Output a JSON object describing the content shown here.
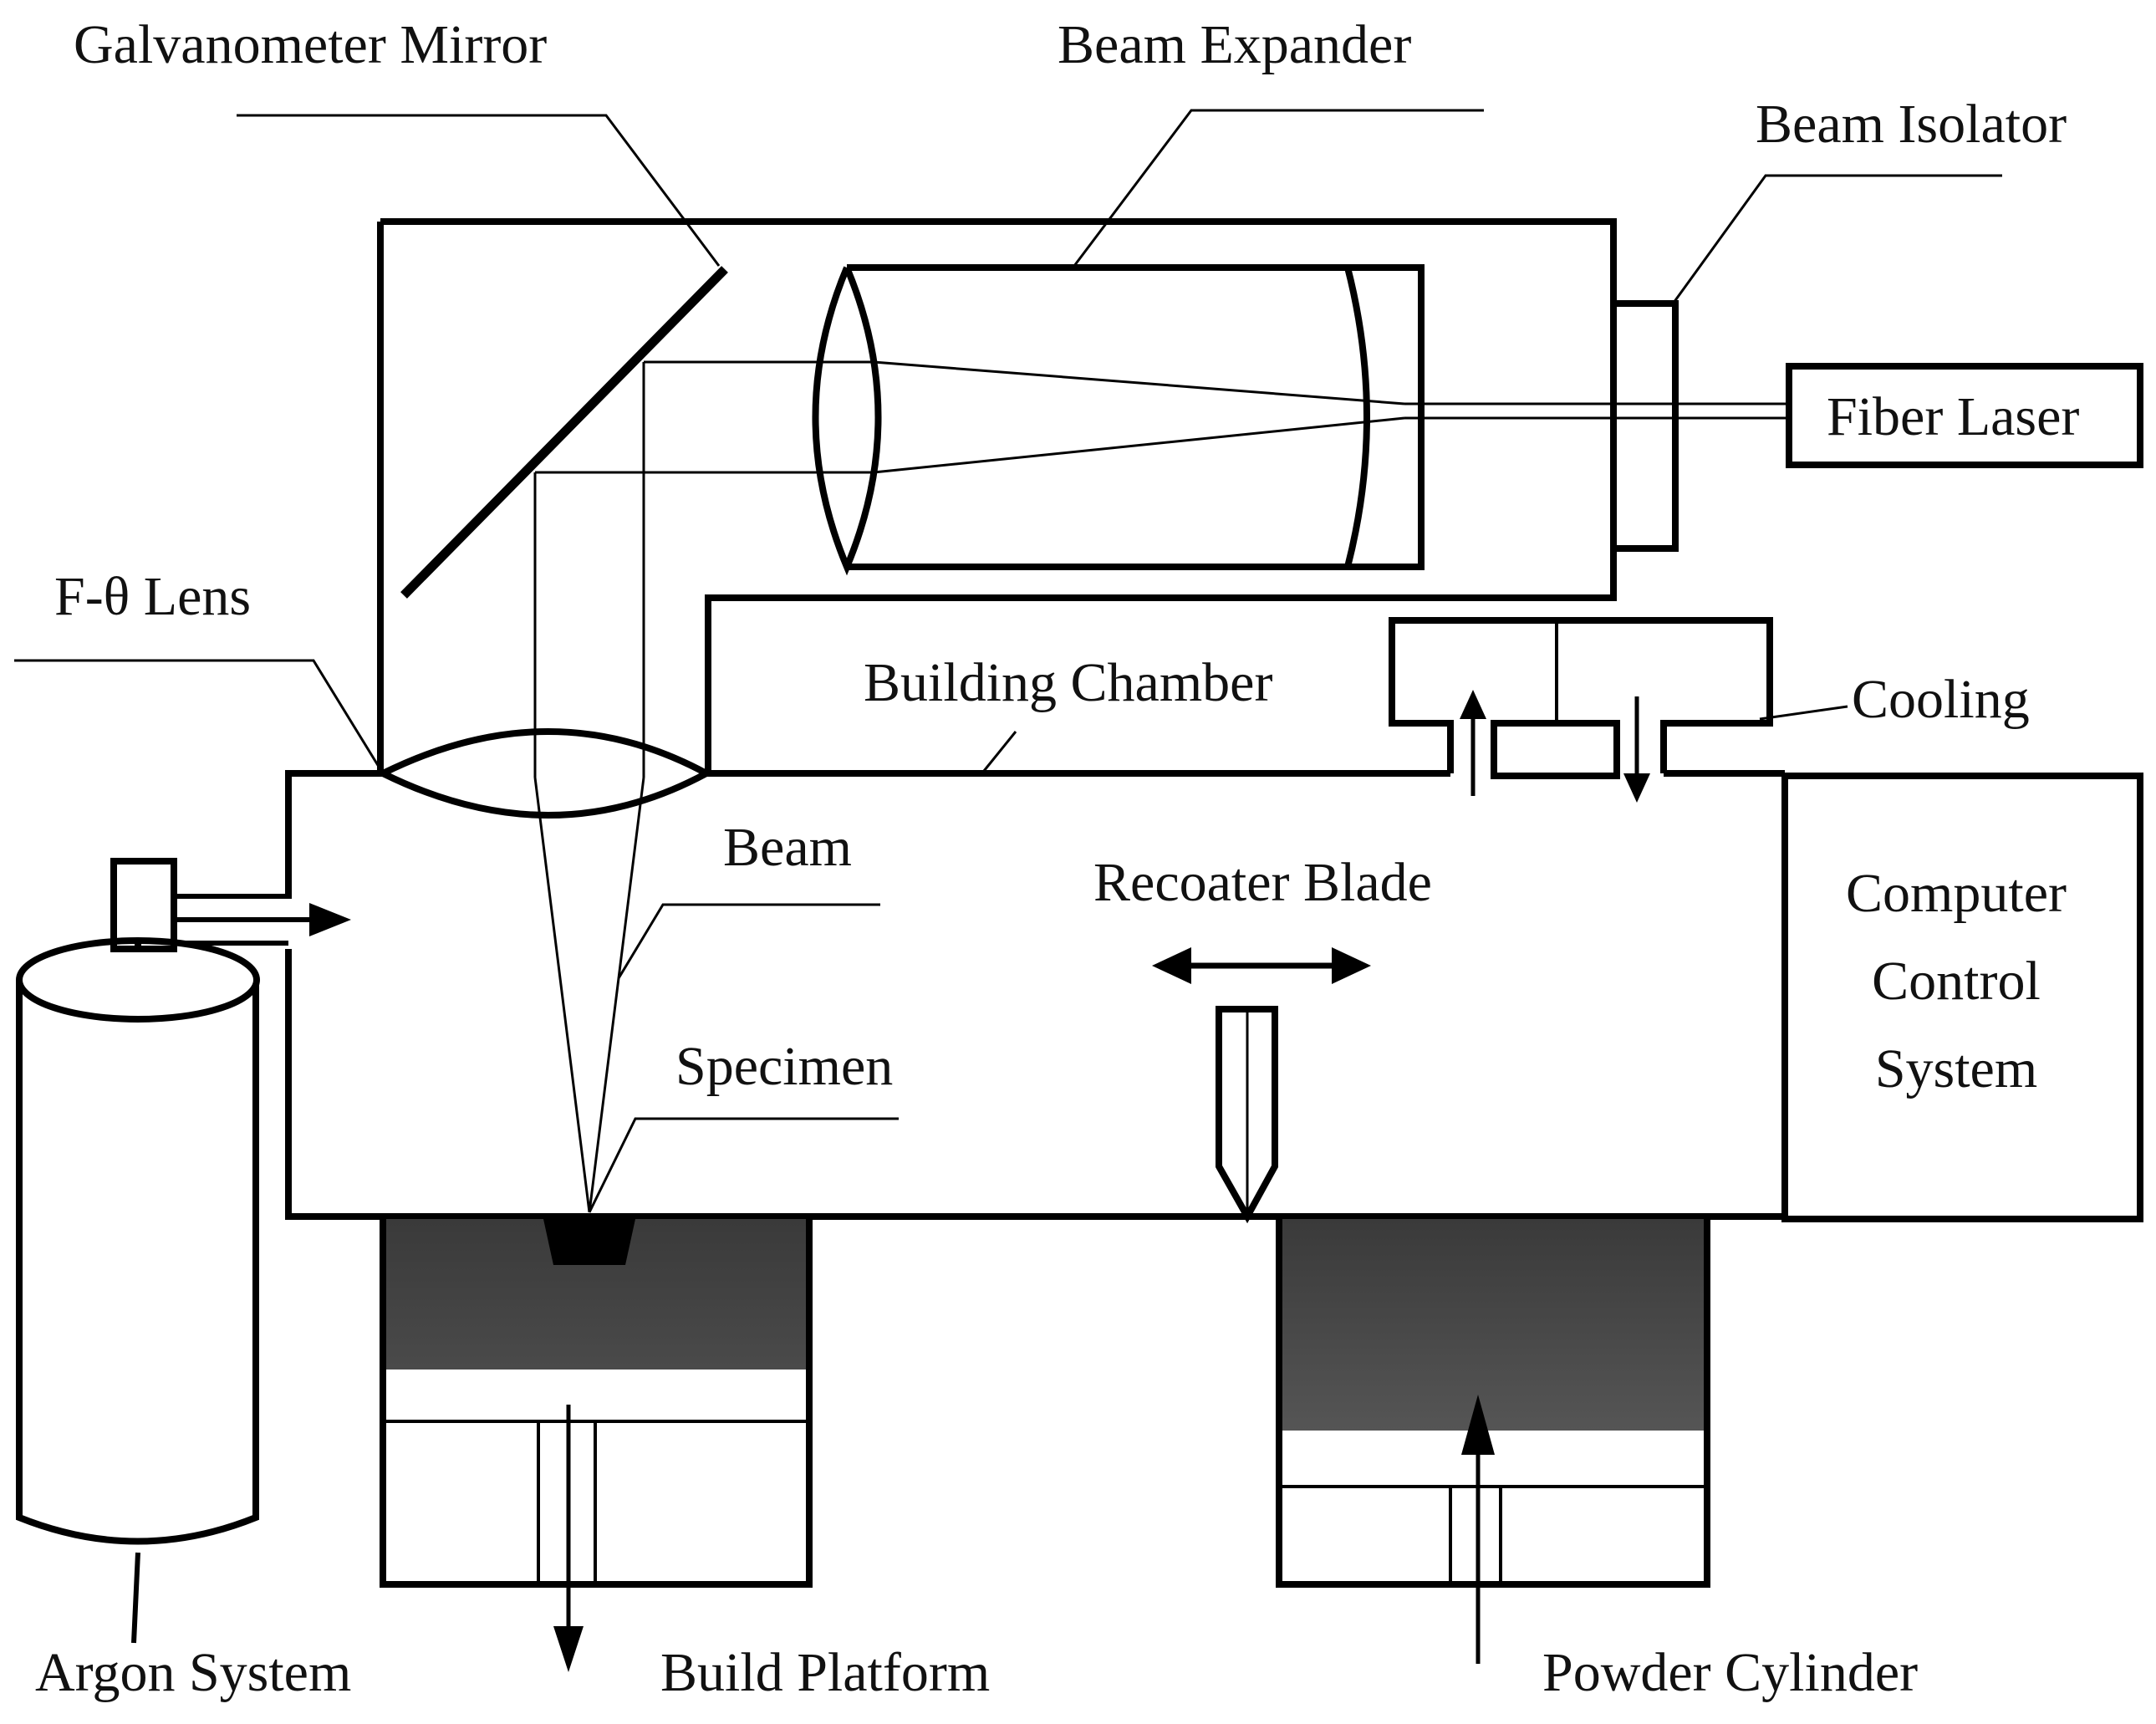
{
  "labels": {
    "galvanometer_mirror": "Galvanometer Mirror",
    "beam_expander": "Beam Expander",
    "beam_isolator": "Beam Isolator",
    "fiber_laser": "Fiber Laser",
    "f_theta_lens": "F-θ Lens",
    "building_chamber": "Building Chamber",
    "cooling": "Cooling",
    "beam": "Beam",
    "recoater_blade": "Recoater Blade",
    "computer_control_system": [
      "Computer",
      "Control",
      "System"
    ],
    "specimen": "Specimen",
    "argon_system": "Argon System",
    "build_platform": "Build Platform",
    "powder_cylinder": "Powder Cylinder"
  },
  "colors": {
    "line": "#000000",
    "powder": "#3a3a3a",
    "background": "#ffffff"
  }
}
